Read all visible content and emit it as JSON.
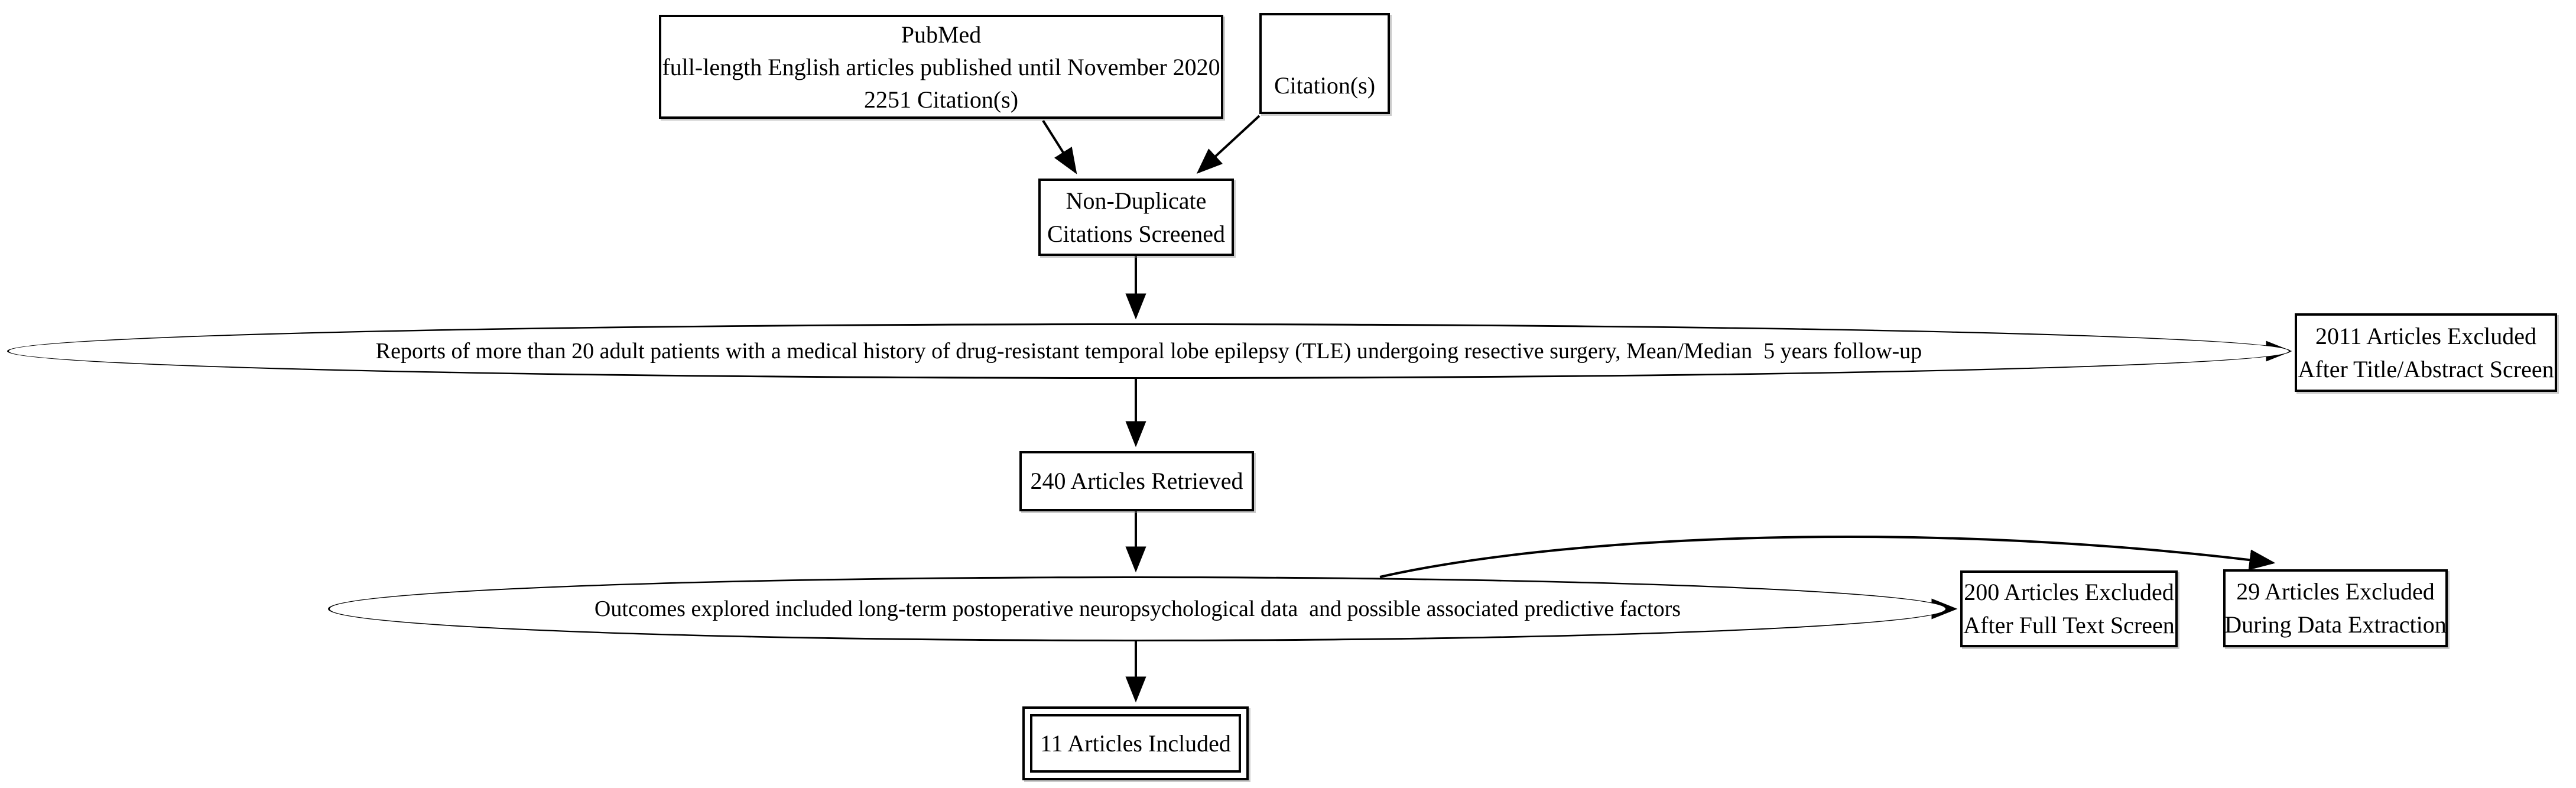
{
  "colors": {
    "line": "#000000",
    "background": "#ffffff",
    "text": "#000000"
  },
  "nodes": {
    "pubmed": {
      "lines": [
        "PubMed",
        "full-length English articles published until November 2020",
        "2251 Citation(s)"
      ]
    },
    "citations": {
      "label": "Citation(s)"
    },
    "screened": {
      "lines": [
        "Non-Duplicate",
        "Citations Screened"
      ]
    },
    "inclusion_criteria": {
      "label": "Reports of more than 20 adult patients with a medical history of drug-resistant temporal lobe epilepsy (TLE) undergoing resective surgery, Mean/Median  5 years follow-up"
    },
    "excluded_title_abstract": {
      "lines": [
        "2011 Articles Excluded",
        "After Title/Abstract Screen"
      ]
    },
    "retrieved": {
      "label": "240 Articles Retrieved"
    },
    "outcomes_criteria": {
      "label": "Outcomes explored included long-term postoperative neuropsychological data  and possible associated predictive factors"
    },
    "excluded_full_text": {
      "lines": [
        "200 Articles Excluded",
        "After Full Text Screen"
      ]
    },
    "excluded_data_extraction": {
      "lines": [
        "29 Articles Excluded",
        "During Data Extraction"
      ]
    },
    "included": {
      "label": "11 Articles Included"
    }
  }
}
